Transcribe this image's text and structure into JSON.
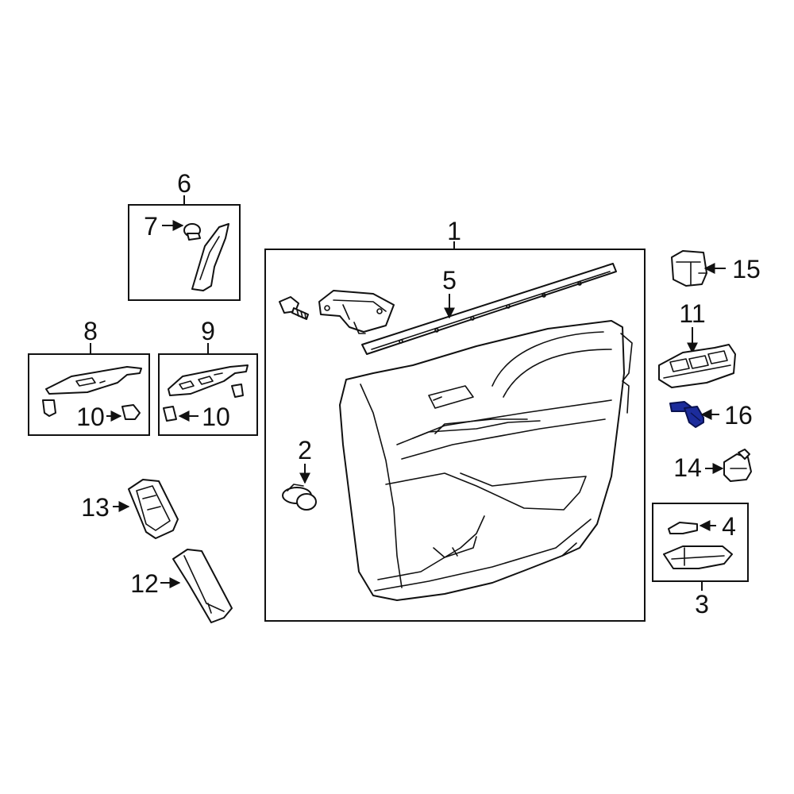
{
  "diagram": {
    "highlight_color": "#1c2c9c",
    "callouts": {
      "c1": "1",
      "c2": "2",
      "c3": "3",
      "c4": "4",
      "c5": "5",
      "c6": "6",
      "c7": "7",
      "c8": "8",
      "c9": "9",
      "c10a": "10",
      "c10b": "10",
      "c11": "11",
      "c12": "12",
      "c13": "13",
      "c14": "14",
      "c15": "15",
      "c16": "16"
    }
  }
}
